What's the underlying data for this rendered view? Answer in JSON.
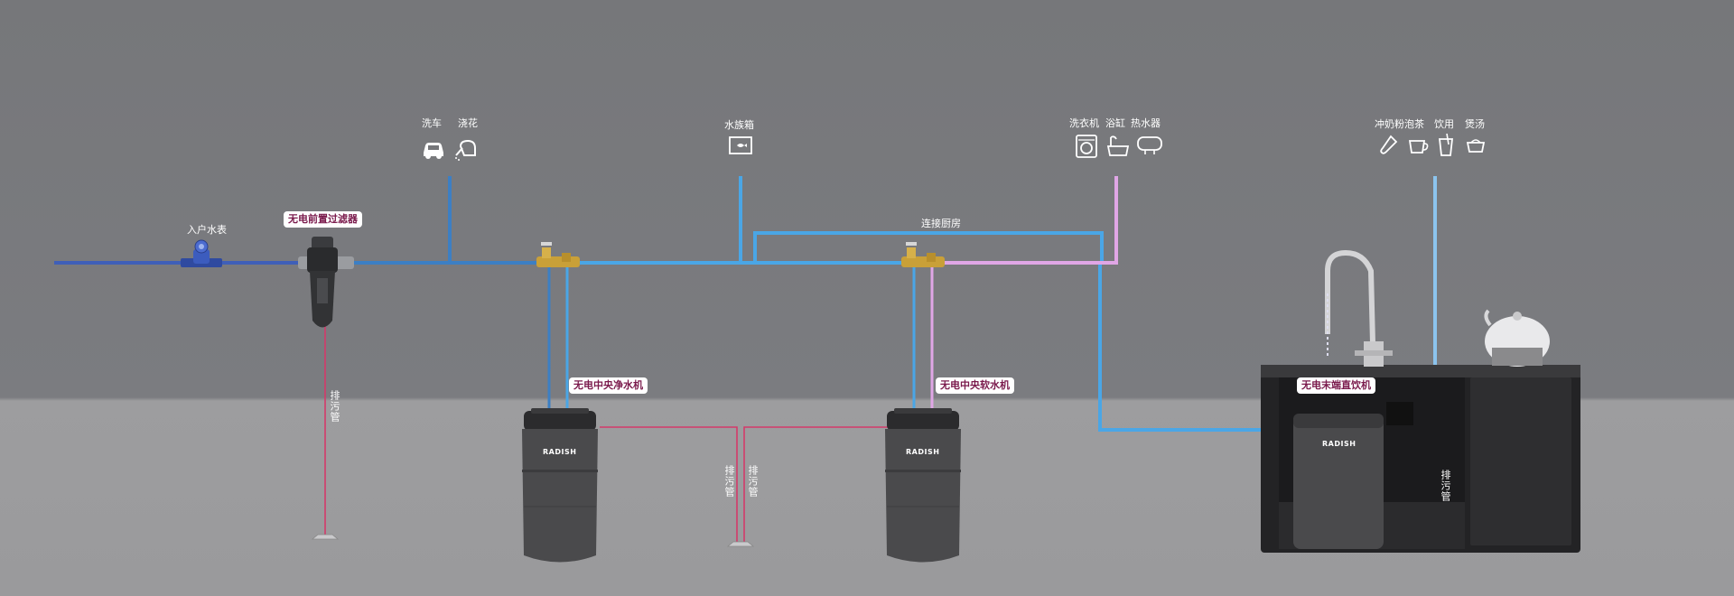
{
  "labels": {
    "car_wash": "洗车",
    "watering": "浇花",
    "aquarium": "水族箱",
    "washing_machine": "洗衣机",
    "bathtub": "浴缸",
    "water_heater": "热水器",
    "milk_tea": "冲奶粉泡茶",
    "drinking": "饮用",
    "soup": "煲汤",
    "water_meter": "入户水表",
    "connect_kitchen": "连接厨房"
  },
  "tags": {
    "prefilter": "无电前置过滤器",
    "central_purifier": "无电中央净水机",
    "central_softener": "无电中央软水机",
    "terminal_dispenser": "无电末端直饮机"
  },
  "drain": {
    "label": "排污管"
  },
  "brand": "RADISH",
  "colors": {
    "inlet_pipe": "#3f5fb8",
    "filtered_pipe": "#3c7fc4",
    "purified_pipe": "#4aa6e6",
    "soft_pipe": "#e0a6e6",
    "drain_pipe": "#d43a6a",
    "tag_text": "#7a1a4c"
  }
}
